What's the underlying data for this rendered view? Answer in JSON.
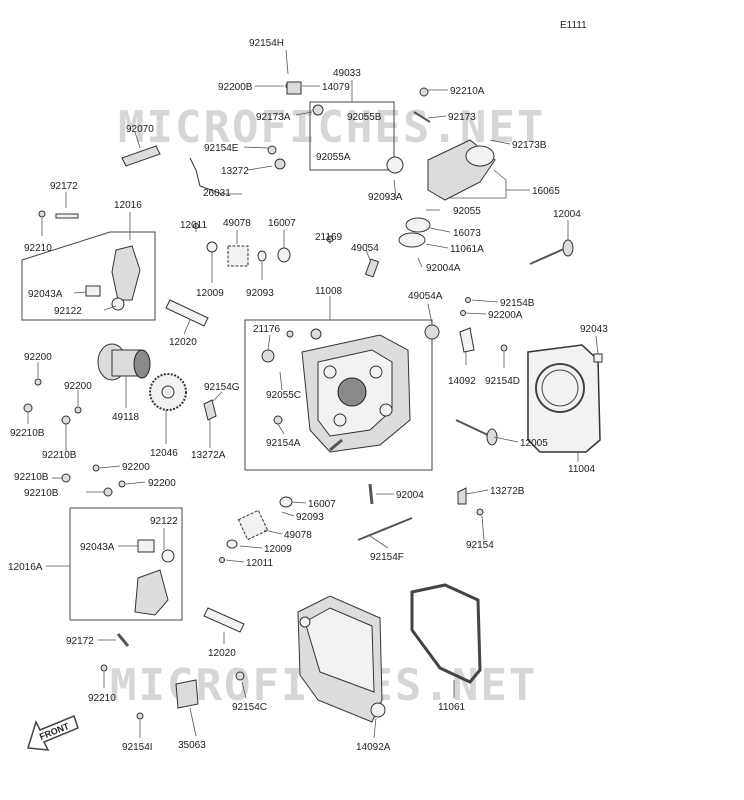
{
  "diagram": {
    "code": "E1111",
    "watermark": "MICROFICHES.NET",
    "front_label": "FRONT",
    "labels": [
      "92154H",
      "92200B",
      "14079",
      "49033",
      "92210A",
      "92173A",
      "92055B",
      "92173",
      "92070",
      "92154E",
      "92055A",
      "92173B",
      "13272",
      "26031",
      "92093A",
      "16065",
      "92172",
      "12016",
      "92055",
      "12004",
      "92210",
      "12011",
      "49078",
      "16007",
      "21169",
      "16073",
      "49054",
      "11061A",
      "92043A",
      "92004A",
      "92122",
      "12009",
      "92093",
      "11008",
      "49054A",
      "92154B",
      "92200A",
      "12020",
      "21176",
      "92043",
      "92200",
      "92154D",
      "14092",
      "92200",
      "92154G",
      "92210B",
      "92055C",
      "49118",
      "12005",
      "92210B",
      "12046",
      "13272A",
      "92154A",
      "11004",
      "92200",
      "92210B",
      "92200",
      "92210B",
      "16007",
      "92004",
      "13272B",
      "92093",
      "92122",
      "49078",
      "92043A",
      "12009",
      "92154F",
      "92154",
      "12016A",
      "12011",
      "92172",
      "12020",
      "92210",
      "92154C",
      "11061",
      "92154I",
      "35063",
      "14092A"
    ]
  }
}
